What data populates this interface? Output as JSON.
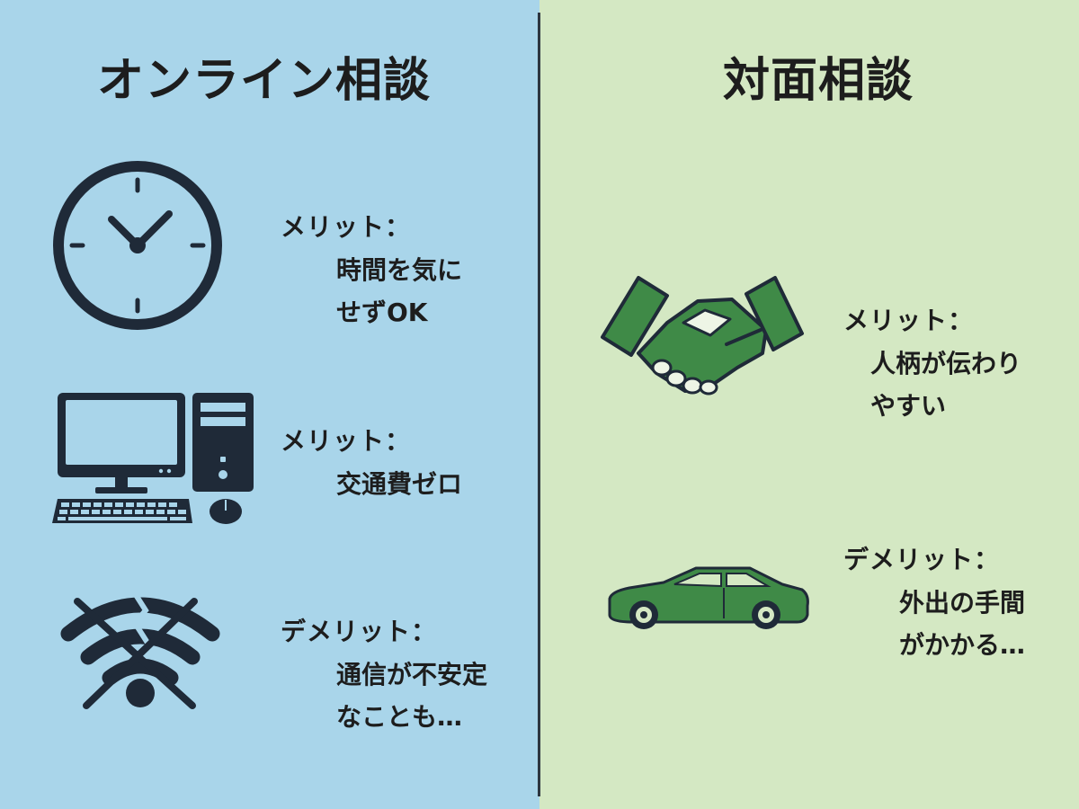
{
  "colors": {
    "left_background": "#a9d5ea",
    "right_background": "#d4e8c3",
    "icon_dark": "#1f2a38",
    "icon_green": "#3f8a47"
  },
  "left": {
    "title": "オンライン相談",
    "items": [
      {
        "icon": "clock-icon",
        "heading": "メリット：",
        "lines": [
          "時間を気に",
          "せずOK"
        ]
      },
      {
        "icon": "desktop-computer-icon",
        "heading": "メリット：",
        "lines": [
          "交通費ゼロ"
        ]
      },
      {
        "icon": "broken-wifi-icon",
        "heading": "デメリット：",
        "lines": [
          "通信が不安定",
          "なことも…"
        ]
      }
    ]
  },
  "right": {
    "title": "対面相談",
    "items": [
      {
        "icon": "handshake-icon",
        "heading": "メリット：",
        "lines": [
          "人柄が伝わり",
          "やすい"
        ]
      },
      {
        "icon": "car-icon",
        "heading": "デメリット：",
        "lines": [
          "外出の手間",
          "がかかる…"
        ]
      }
    ]
  }
}
